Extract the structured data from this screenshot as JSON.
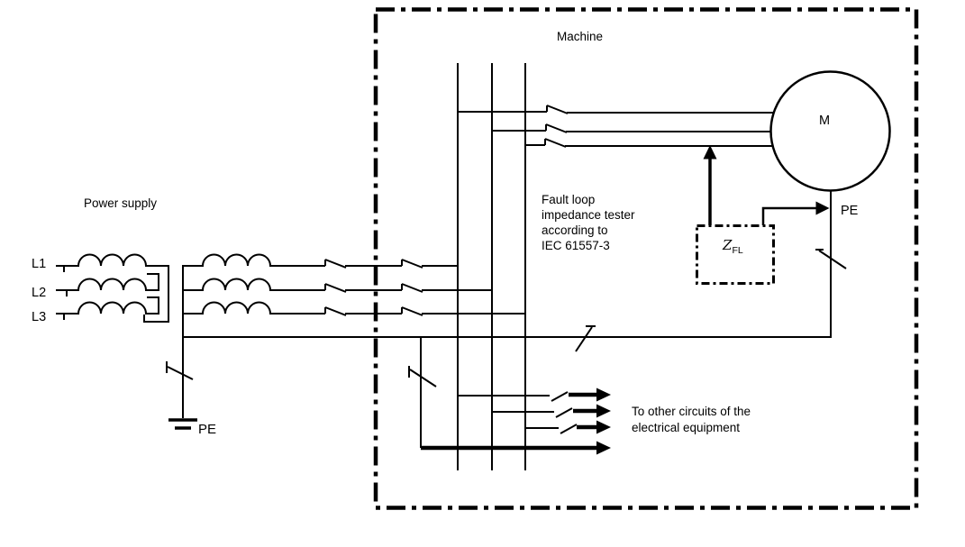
{
  "diagram": {
    "machine_label": "Machine",
    "power_supply_label": "Power supply",
    "phases": {
      "l1": "L1",
      "l2": "L2",
      "l3": "L3"
    },
    "fault_tester": {
      "line1": "Fault loop",
      "line2": "impedance tester",
      "line3": "according to",
      "line4": "IEC 61557-3"
    },
    "motor_label": "M",
    "pe_label_motor": "PE",
    "pe_label_ground": "PE",
    "zfl": {
      "symbol": "Z",
      "subscript": "FL"
    },
    "other_circuits": {
      "line1": "To other circuits of the",
      "line2": "electrical equipment"
    }
  },
  "colors": {
    "line": "#000000",
    "background": "#ffffff"
  }
}
